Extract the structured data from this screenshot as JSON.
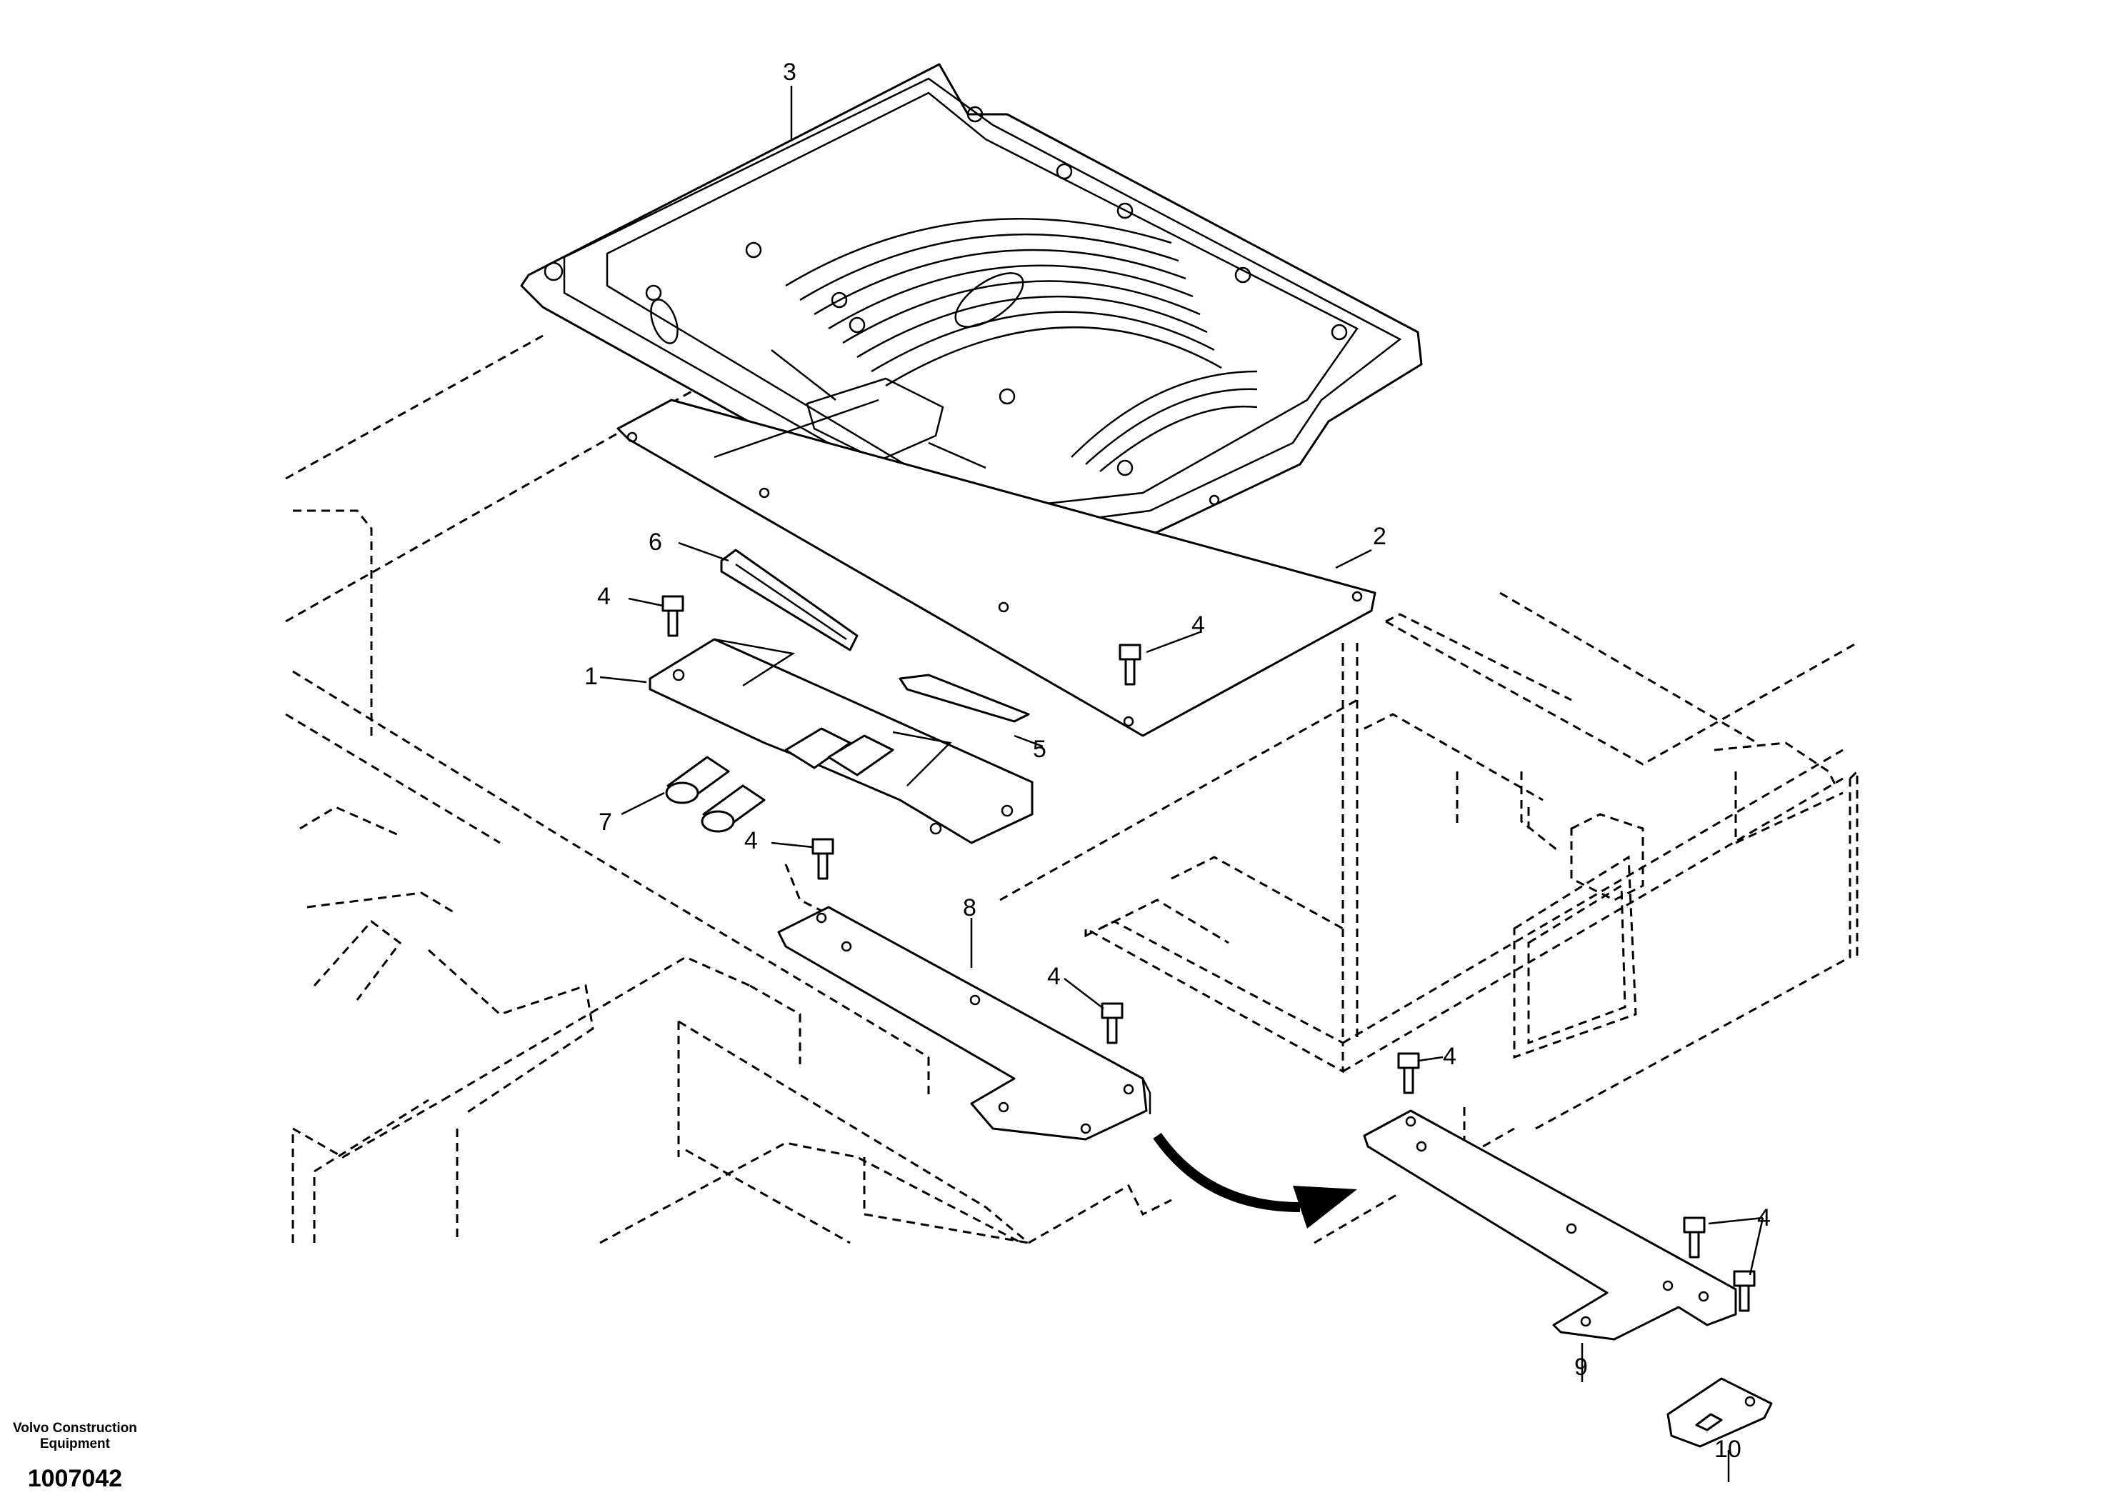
{
  "footer": {
    "brand_line1": "Volvo Construction",
    "brand_line2": "Equipment",
    "doc_number": "1007042"
  },
  "callouts": {
    "c1": "1",
    "c2": "2",
    "c3": "3",
    "c4a": "4",
    "c4b": "4",
    "c4c": "4",
    "c4d": "4",
    "c4e": "4",
    "c4f": "4",
    "c5": "5",
    "c6": "6",
    "c7": "7",
    "c8": "8",
    "c9": "9",
    "c10": "10"
  }
}
